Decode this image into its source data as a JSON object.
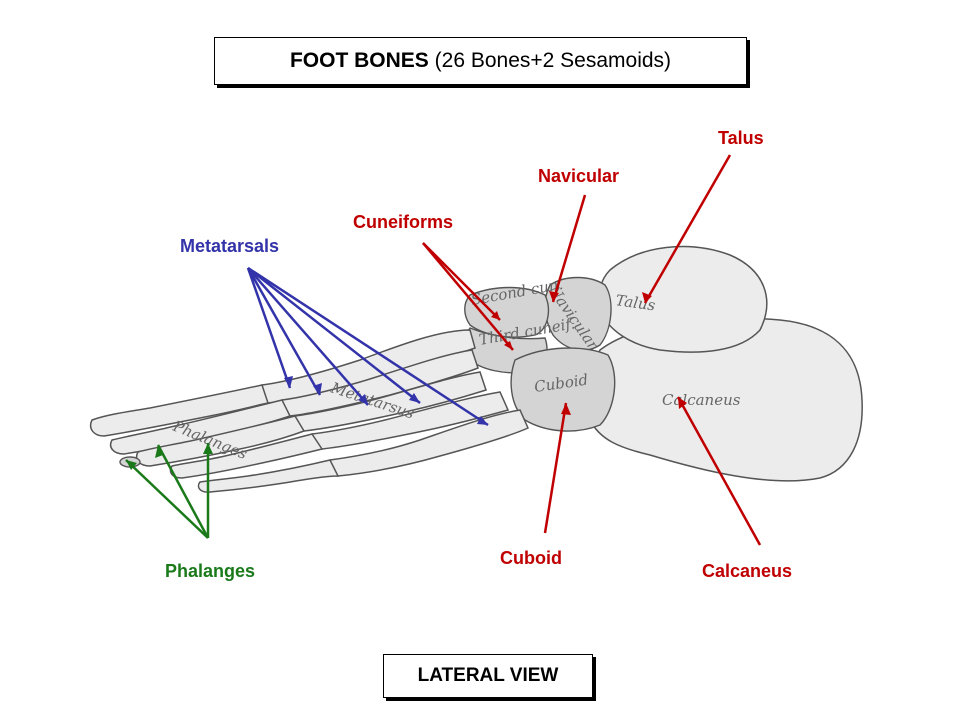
{
  "title": {
    "bold": "FOOT BONES",
    "rest": " (26 Bones+2 Sesamoids)"
  },
  "view_label": "LATERAL VIEW",
  "colors": {
    "red": "#c00000",
    "blue": "#3333aa",
    "green": "#1a7a1a"
  },
  "labels": {
    "talus": "Talus",
    "navicular": "Navicular",
    "cuneiforms": "Cuneiforms",
    "metatarsals": "Metatarsals",
    "cuboid": "Cuboid",
    "calcaneus": "Calcaneus",
    "phalanges": "Phalanges"
  },
  "bone_text": {
    "talus": "Talus",
    "navicular": "Navicular",
    "second_cun": "Second cun.",
    "third_cun": "Third cuneif.",
    "cuboid": "Cuboid",
    "calcaneus": "Calcaneus",
    "metatarsus": "Metatarsus",
    "phalanges": "Phalanges"
  }
}
